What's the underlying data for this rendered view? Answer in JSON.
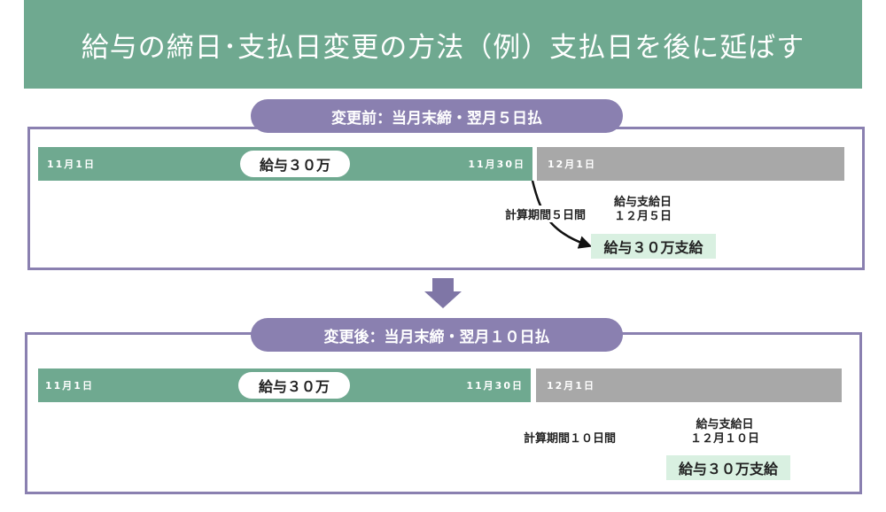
{
  "title": "給与の締日･支払日変更の方法（例）支払日を後に延ばす",
  "before": {
    "heading": "変更前：当月末締・翌月５日払",
    "start_label": "11月1日",
    "end_label": "11月30日",
    "next_label": "12月1日",
    "salary_label": "給与３０万",
    "calc_label": "計算期間５日間",
    "payday_title": "給与支給日",
    "payday_date": "１２月５日",
    "payment_label": "給与３０万支給"
  },
  "after": {
    "heading": "変更後：当月末締・翌月１０日払",
    "start_label": "11月1日",
    "end_label": "11月30日",
    "next_label": "12月1日",
    "salary_label": "給与３０万",
    "calc_label": "計算期間１０日間",
    "payday_title": "給与支給日",
    "payday_date": "１２月１０日",
    "payment_label": "給与３０万支給"
  },
  "colors": {
    "header": "#6fa990",
    "accent_purple": "#8a80b0",
    "bar_green": "#6fa990",
    "bar_gray": "#a8a8a8",
    "pay_box": "#d9f0e1"
  }
}
